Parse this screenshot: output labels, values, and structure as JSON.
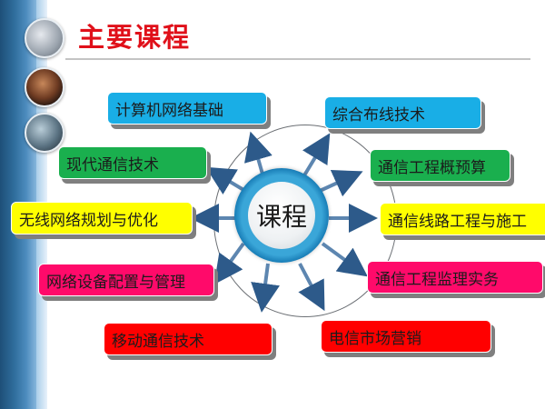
{
  "title": "主要课程",
  "hub": {
    "label": "课程"
  },
  "colors": {
    "title": "#e0101a",
    "blue": "#19aee6",
    "green": "#1aaf4e",
    "yellow": "#ffff00",
    "pink": "#ff0a6a",
    "red": "#ff0000"
  },
  "courses": [
    {
      "label": "计算机网络基础",
      "color": "blue"
    },
    {
      "label": "综合布线技术",
      "color": "blue"
    },
    {
      "label": "现代通信技术",
      "color": "green"
    },
    {
      "label": "通信工程概预算",
      "color": "green"
    },
    {
      "label": "无线网络规划与优化",
      "color": "yellow"
    },
    {
      "label": "通信线路工程与施工",
      "color": "yellow"
    },
    {
      "label": "网络设备配置与管理",
      "color": "pink"
    },
    {
      "label": "通信工程监理实务",
      "color": "pink"
    },
    {
      "label": "移动通信技术",
      "color": "red"
    },
    {
      "label": "电信市场营销",
      "color": "red"
    }
  ],
  "sidebar": {
    "photos": [
      "business-photo",
      "person-photo",
      "people-walking-photo"
    ]
  }
}
